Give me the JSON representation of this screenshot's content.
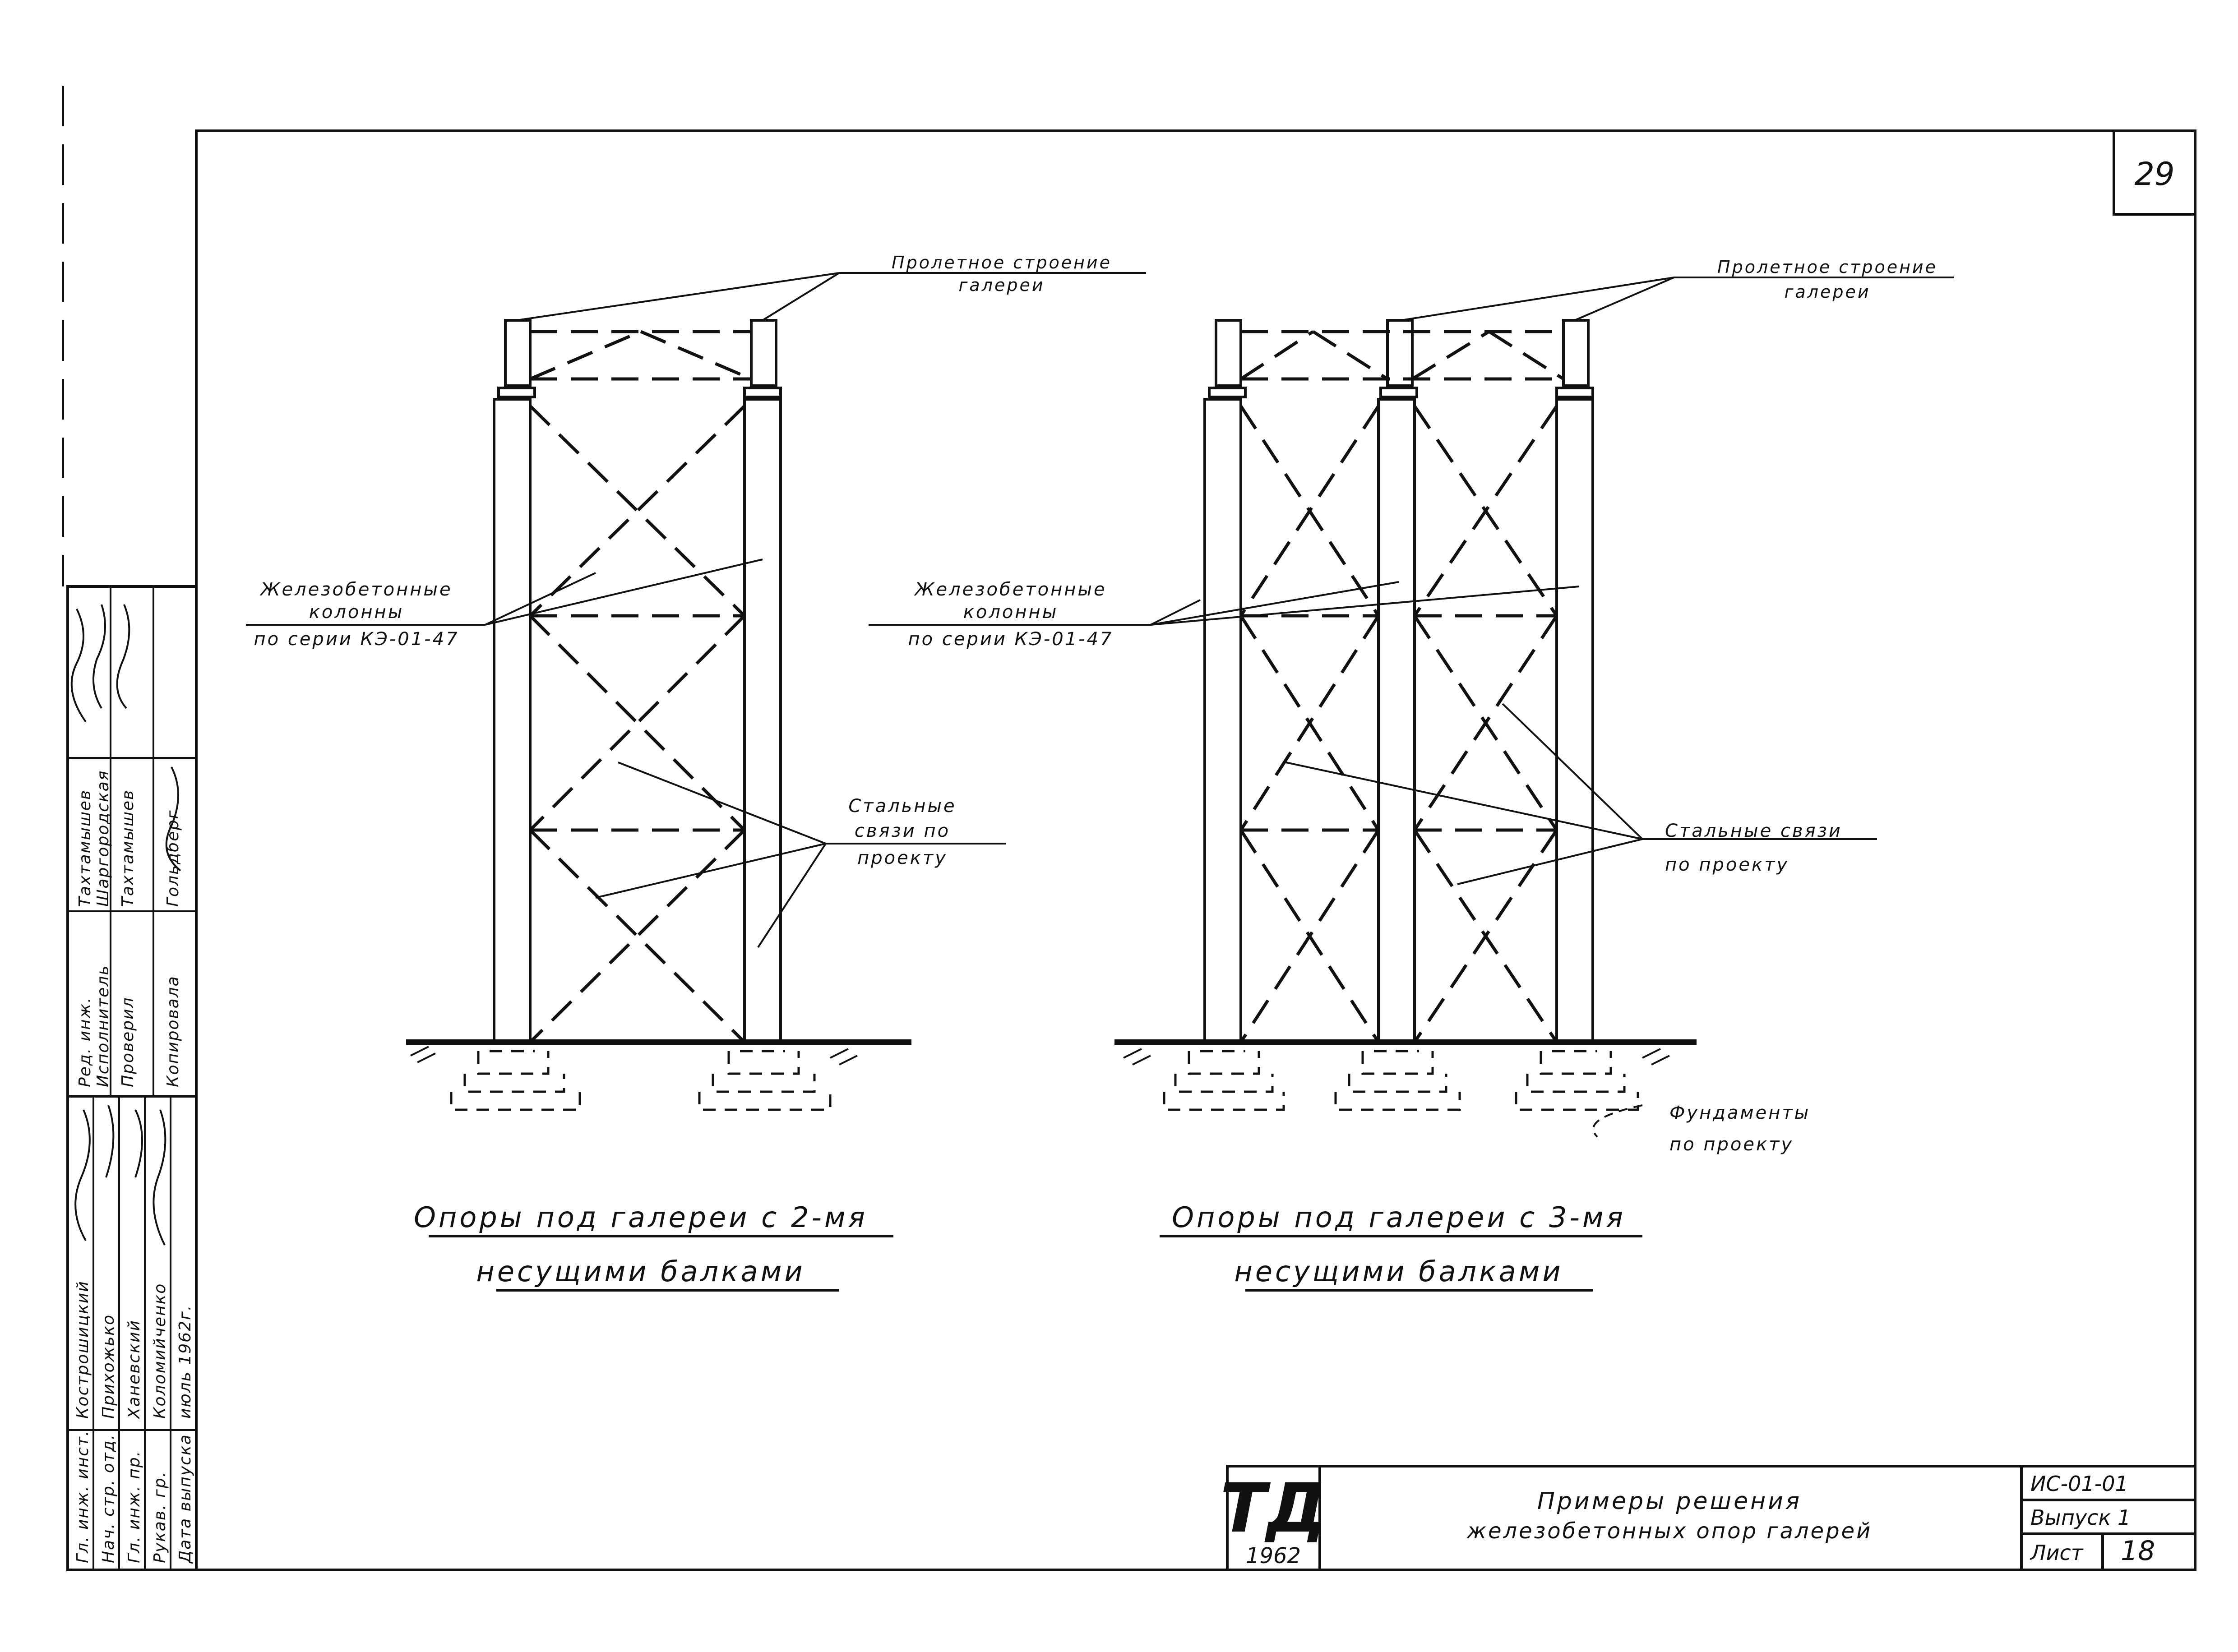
{
  "sheet": {
    "page_number": "29",
    "left": {
      "span_label_1": "Пролетное строение",
      "span_label_2": "галереи",
      "columns_label_1": "Железобетонные",
      "columns_label_2": "колонны",
      "columns_label_3": "по серии КЭ-01-47",
      "bracing_label_1": "Стальные",
      "bracing_label_2": "связи по",
      "bracing_label_3": "проекту",
      "caption_1": "Опоры под галереи с 2-мя",
      "caption_2": "несущими балками"
    },
    "right": {
      "span_label_1": "Пролетное строение",
      "span_label_2": "галереи",
      "columns_label_1": "Железобетонные",
      "columns_label_2": "колонны",
      "columns_label_3": "по серии КЭ-01-47",
      "bracing_label_1": "Стальные связи",
      "bracing_label_2": "по проекту",
      "foundation_label_1": "Фундаменты",
      "foundation_label_2": "по проекту",
      "caption_1": "Опоры под галереи с 3-мя",
      "caption_2": "несущими балками"
    }
  },
  "stamp": {
    "rows": [
      {
        "role": "Ред. инж.",
        "name": "Тахтамышев"
      },
      {
        "role": "Исполнитель",
        "name": "Шаргородская"
      },
      {
        "role": "Проверил",
        "name": "Тахтамышев"
      },
      {
        "role": "Копировала",
        "name": "Гольдберг"
      }
    ]
  },
  "side_block": {
    "rows": [
      {
        "role": "Гл. инж. инст.",
        "name": "Кострошицкий"
      },
      {
        "role": "Нач. стр. отд.",
        "name": "Прихожько"
      },
      {
        "role": "Гл. инж. пр.",
        "name": "Ханевский"
      },
      {
        "role": "Рукав. гр.",
        "name": "Коломийченко"
      },
      {
        "role": "Дата выпуска",
        "name": "июль 1962г."
      }
    ]
  },
  "title_block": {
    "logo": "ТД",
    "logo_year": "1962",
    "title_1": "Примеры решения",
    "title_2": "железобетонных опор галерей",
    "code": "ИС-01-01",
    "issue": "Выпуск 1",
    "sheet_label": "Лист",
    "sheet_no": "18"
  }
}
